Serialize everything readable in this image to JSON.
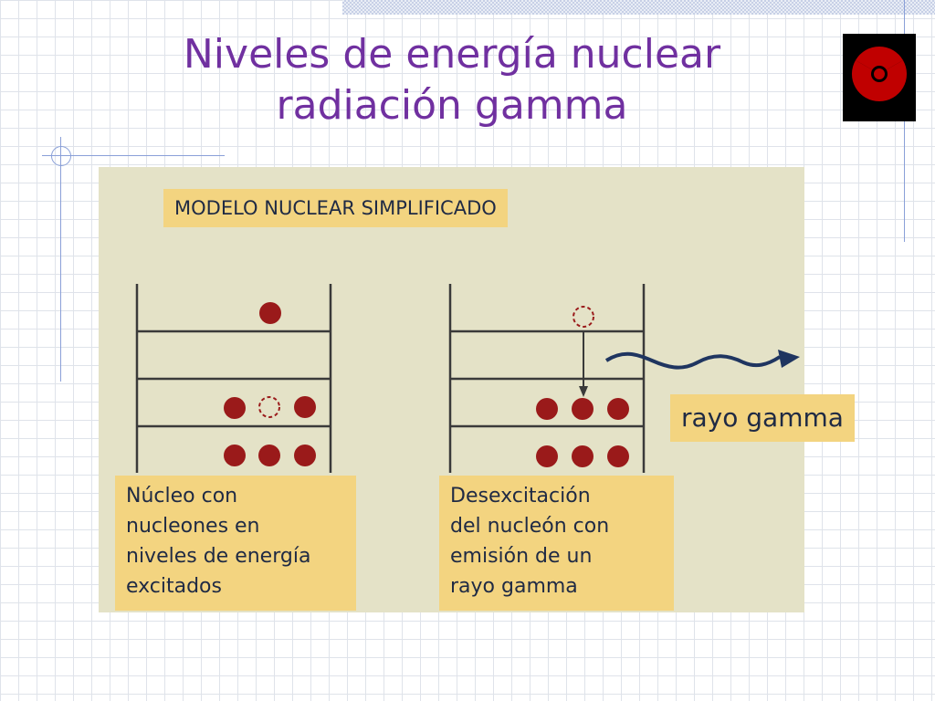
{
  "slide": {
    "title_line1": "Niveles de energía nuclear",
    "title_line2": "radiación gamma"
  },
  "icon": {
    "name": "radiation-icon",
    "color": "#c00000"
  },
  "diagram": {
    "header": "MODELO NUCLEAR SIMPLIFICADO",
    "caption_left": "Núcleo con\nnucleones en\nniveles de energía\nexcitados",
    "caption_right": "Desexcitación\ndel nucleón  con\nemisión de un\nrayo gamma",
    "gamma_label": "rayo gamma",
    "colors": {
      "nucleon": "#9a1a1a",
      "lines": "#3a3a3a",
      "label_bg": "#f3d480",
      "title": "#7030a0",
      "wave": "#1f3560"
    }
  }
}
